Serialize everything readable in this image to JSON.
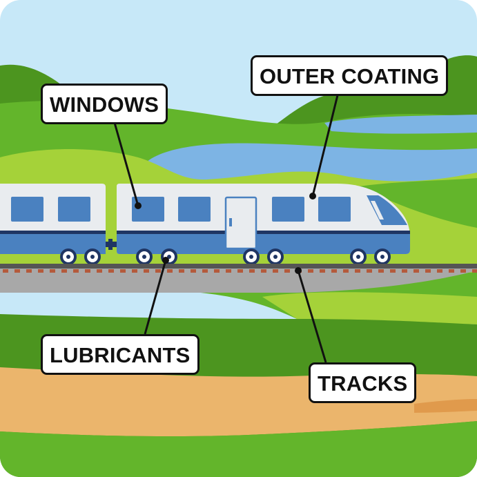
{
  "labels": {
    "windows": "WINDOWS",
    "outer_coating": "OUTER COATING",
    "lubricants": "LUBRICANTS",
    "tracks": "TRACKS"
  },
  "colors": {
    "sky": "#c7e8f8",
    "hill_dark": "#4c951f",
    "hill_mid": "#63b52b",
    "field_light": "#a5d239",
    "lake": "#7db4e4",
    "path": "#ebb56c",
    "train_body": "#e9ecef",
    "train_blue": "#4a81c0",
    "train_navy": "#1f3563",
    "window_blue": "#4a81c0",
    "rail": "#555555",
    "sleeper": "#b45a3c",
    "ballast": "#a8a8a8",
    "leader_line": "#111111"
  },
  "icons": [
    "train-illustration"
  ]
}
